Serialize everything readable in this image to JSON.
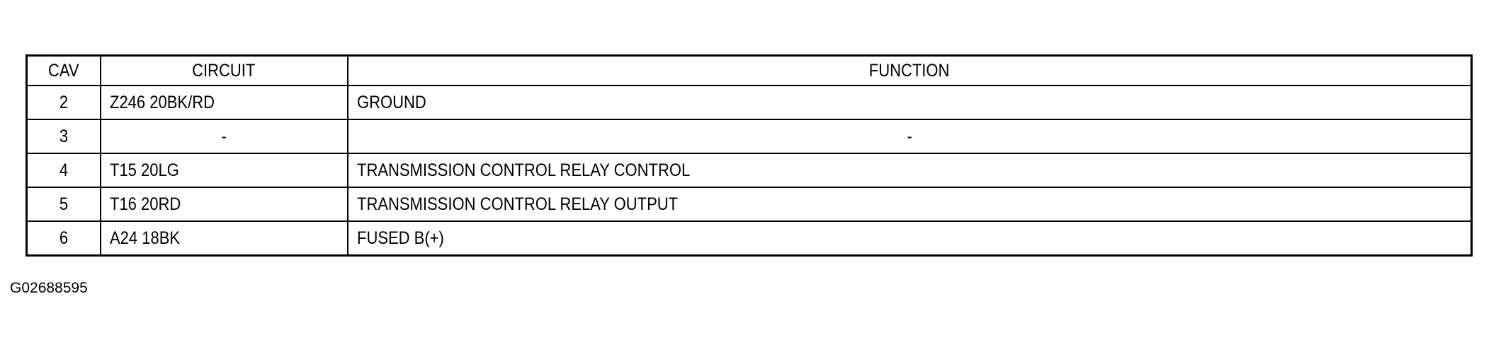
{
  "table": {
    "headers": {
      "cav": "CAV",
      "circuit": "CIRCUIT",
      "function": "FUNCTION"
    },
    "rows": [
      {
        "cav": "2",
        "circuit": "Z246 20BK/RD",
        "function": "GROUND",
        "centered": false
      },
      {
        "cav": "3",
        "circuit": "-",
        "function": "-",
        "centered": true
      },
      {
        "cav": "4",
        "circuit": "T15 20LG",
        "function": "TRANSMISSION CONTROL RELAY CONTROL",
        "centered": false
      },
      {
        "cav": "5",
        "circuit": "T16 20RD",
        "function": "TRANSMISSION CONTROL RELAY OUTPUT",
        "centered": false
      },
      {
        "cav": "6",
        "circuit": "A24 18BK",
        "function": "FUSED B(+)",
        "centered": false
      }
    ]
  },
  "figure_id": "G02688595"
}
